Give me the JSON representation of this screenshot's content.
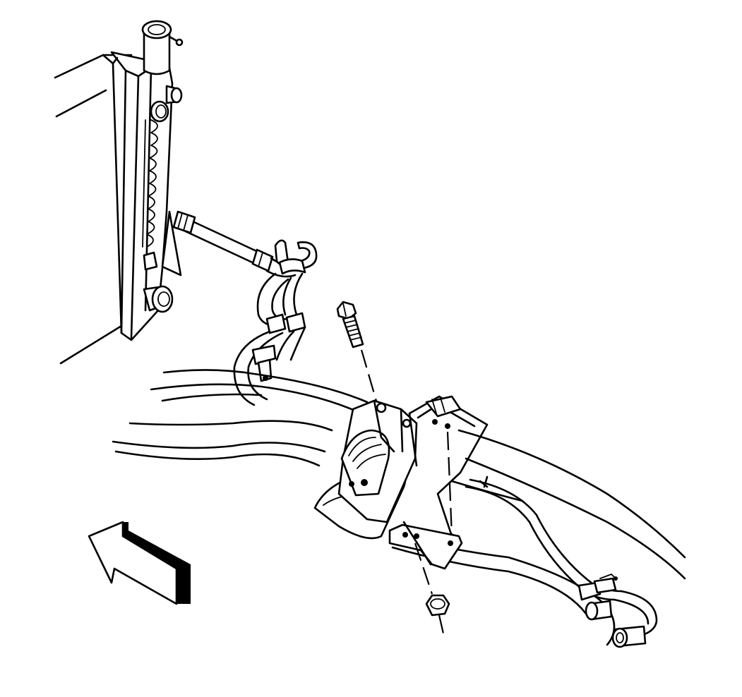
{
  "diagram": {
    "components": [
      {
        "name": "radiator",
        "icon": "radiator-icon"
      },
      {
        "name": "upper-cooler-line",
        "icon": "cooler-line-icon"
      },
      {
        "name": "line-clip",
        "icon": "clip-icon"
      },
      {
        "name": "bolt",
        "icon": "bolt-icon"
      },
      {
        "name": "mounting-bracket",
        "icon": "bracket-icon"
      },
      {
        "name": "nut",
        "icon": "nut-icon"
      },
      {
        "name": "frame-rails",
        "icon": "frame-icon"
      },
      {
        "name": "line-fittings",
        "icon": "fitting-icon"
      },
      {
        "name": "front-direction-arrow",
        "icon": "arrow-left-icon"
      }
    ],
    "colors": {
      "stroke": "#000000",
      "background": "#ffffff"
    }
  }
}
